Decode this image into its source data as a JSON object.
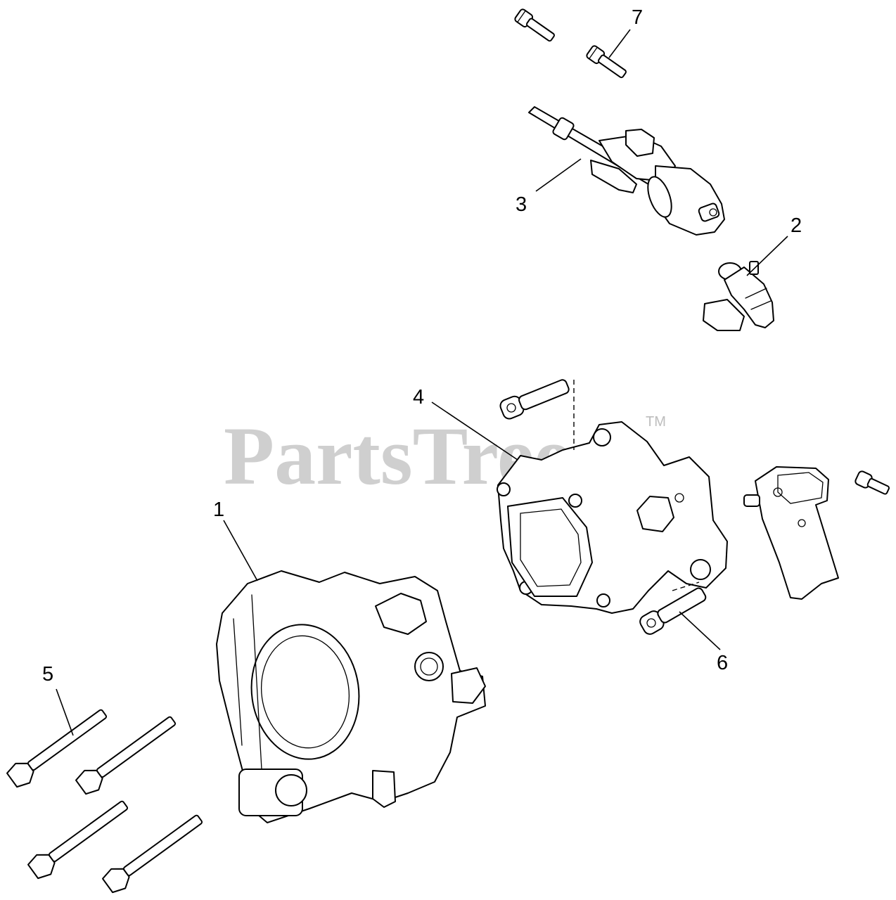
{
  "watermark": {
    "text": "PartsTree",
    "trademark": "TM"
  },
  "callouts": [
    {
      "id": "1",
      "label": "1"
    },
    {
      "id": "2",
      "label": "2"
    },
    {
      "id": "3",
      "label": "3"
    },
    {
      "id": "4",
      "label": "4"
    },
    {
      "id": "5",
      "label": "5"
    },
    {
      "id": "6",
      "label": "6"
    },
    {
      "id": "7",
      "label": "7"
    }
  ]
}
